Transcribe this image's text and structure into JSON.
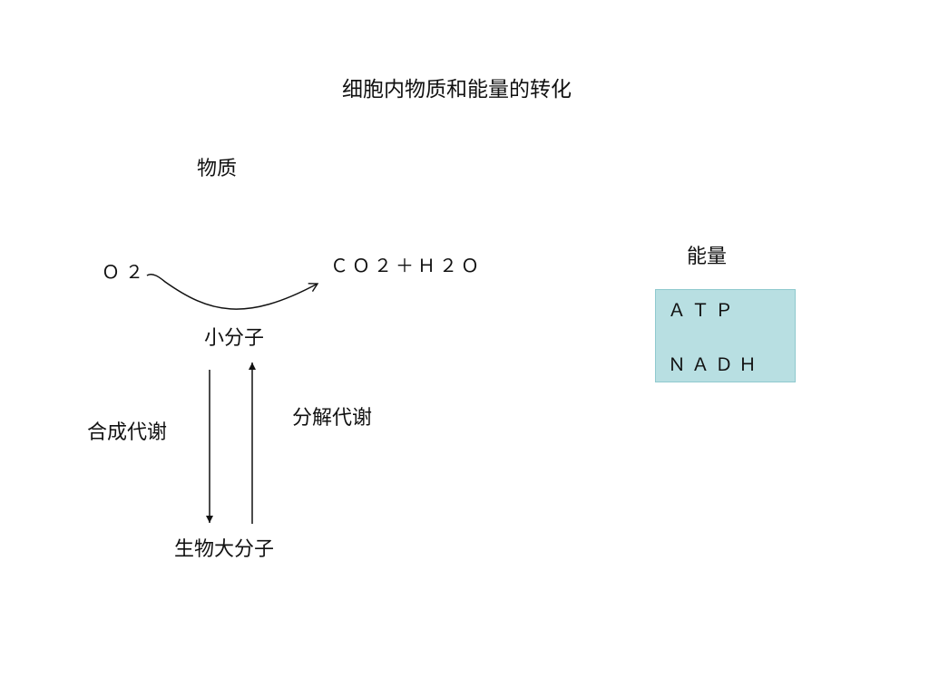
{
  "title": "细胞内物质和能量的转化",
  "matter_label": "物质",
  "energy_label": "能量",
  "nodes": {
    "o2": "Ｏ２",
    "products": "ＣＯ２＋Ｈ２Ｏ",
    "small_molecules": "小分子",
    "macromolecules": "生物大分子"
  },
  "processes": {
    "anabolism": "合成代谢",
    "catabolism": "分解代谢"
  },
  "energy_items": [
    "ＡＴＰ",
    "ＮＡＤＨ"
  ],
  "colors": {
    "energy_box_fill": "#b8dfe2",
    "line": "#111111"
  }
}
